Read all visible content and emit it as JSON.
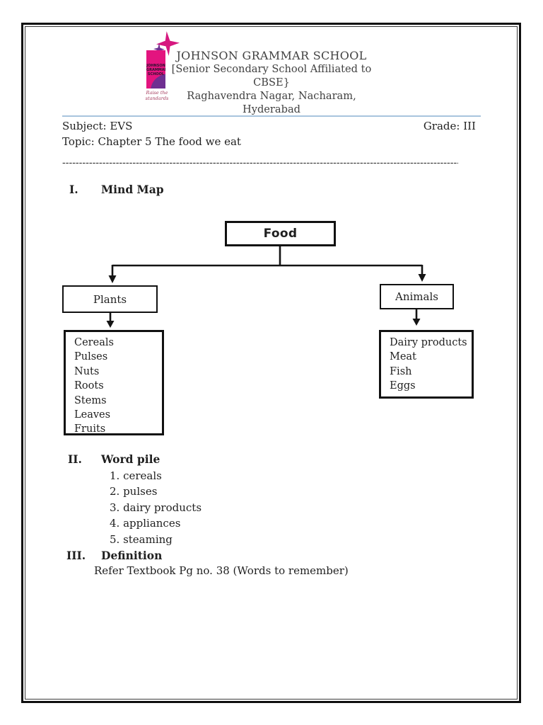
{
  "colors": {
    "accent_pink": "#e3147f",
    "accent_purple": "#6f2f91",
    "rule_blue": "#a8c4de",
    "ink": "#1f1f1f",
    "box_border": "#111111"
  },
  "header": {
    "school_name": "JOHNSON GRAMMAR SCHOOL",
    "affiliation": "[Senior Secondary School Affiliated to CBSE}",
    "address": "Raghavendra Nagar, Nacharam, Hyderabad",
    "logo": {
      "line1": "JOHNSON",
      "line2": "GRAMMAR",
      "line3": "SCHOOL",
      "tagline": "Raise the standards"
    }
  },
  "info": {
    "subject": "Subject: EVS",
    "grade": "Grade: III",
    "topic": "Topic: Chapter 5 The food we eat"
  },
  "divider": "------------------------------------------------------------------------------------------------------------------------",
  "sections": {
    "mind_map": {
      "numeral": "I.",
      "title": "Mind Map"
    },
    "word_pile": {
      "numeral": "II.",
      "title": "Word pile"
    },
    "definition": {
      "numeral": "III.",
      "title": "Definition"
    }
  },
  "mind_map": {
    "root": "Food",
    "left_branch": {
      "label": "Plants",
      "items": [
        "Cereals",
        "Pulses",
        "Nuts",
        "Roots",
        "Stems",
        "Leaves",
        "Fruits"
      ]
    },
    "right_branch": {
      "label": "Animals",
      "items": [
        "Dairy products",
        "Meat",
        "Fish",
        "Eggs"
      ]
    }
  },
  "word_pile_items": [
    "1. cereals",
    "2. pulses",
    "3. dairy products",
    "4. appliances",
    "5. steaming"
  ],
  "definition_note": "Refer Textbook Pg no. 38 (Words to remember)"
}
